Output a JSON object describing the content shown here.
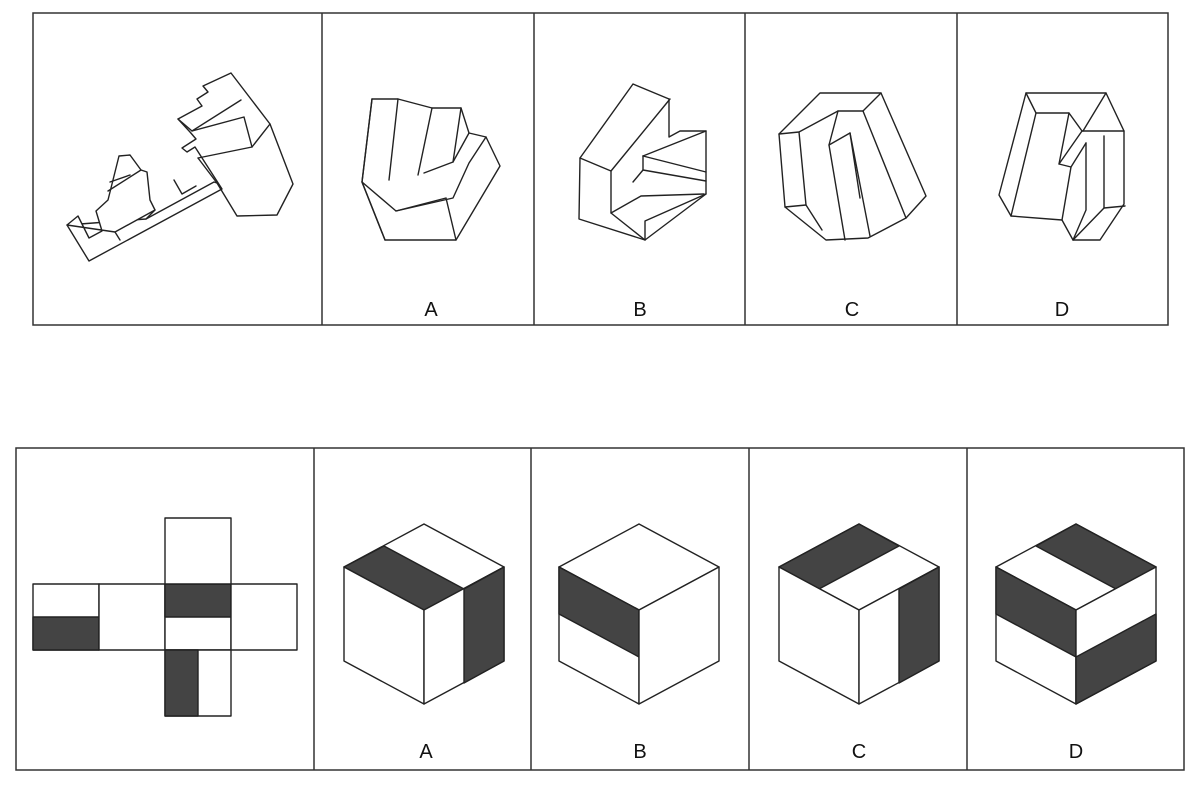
{
  "puzzle_top": {
    "options": [
      {
        "label": "A"
      },
      {
        "label": "B"
      },
      {
        "label": "C"
      },
      {
        "label": "D"
      }
    ]
  },
  "puzzle_bottom": {
    "options": [
      {
        "label": "A"
      },
      {
        "label": "B"
      },
      {
        "label": "C"
      },
      {
        "label": "D"
      }
    ]
  },
  "colors": {
    "line": "#222222",
    "shade": "#444444",
    "frame": "#333333",
    "background": "#ffffff"
  }
}
